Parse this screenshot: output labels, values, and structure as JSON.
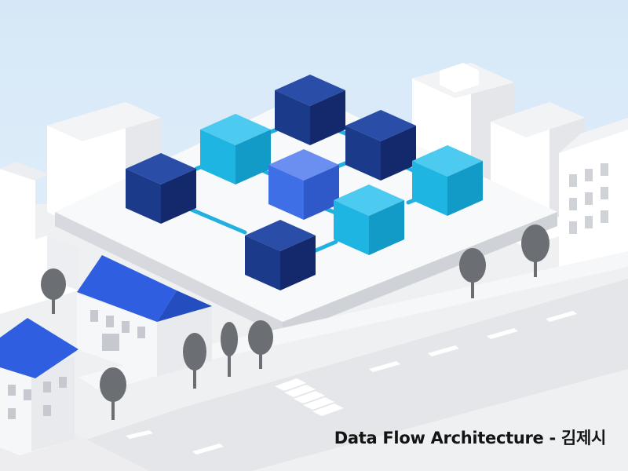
{
  "caption": "Data Flow Architecture - 김제시",
  "colors": {
    "sky": "#dcebf8",
    "ground": "#f1f2f4",
    "road": "#e6e7ea",
    "platform_top": "#f7f8f9",
    "platform_side": "#d9dbdf",
    "cube_navy": "#1c3a8a",
    "cube_blue": "#3f6fe6",
    "cube_cyan": "#1fb5e3",
    "connector": "#22b0e0",
    "roof_blue": "#2f5fe0",
    "tree": "#6b6e73"
  },
  "icons": {
    "network": "isometric-cube-network",
    "buildings": "isometric-city-blocks",
    "trees": "round-tree-glyph"
  }
}
